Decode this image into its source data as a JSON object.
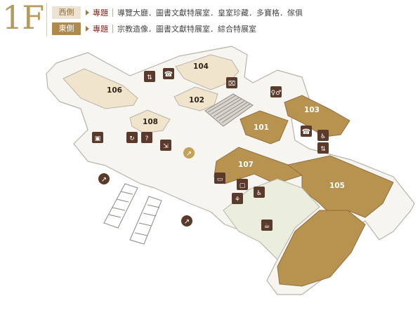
{
  "floor": "1F",
  "legend": {
    "west": {
      "tag": "西側",
      "theme": "專題",
      "items": "導覽大廳．圖書文獻特展室．皇室珍藏．多寶格．傢俱"
    },
    "east": {
      "tag": "東側",
      "theme": "專題",
      "items": "宗教造像．圖書文獻特展室．綜合特展室"
    }
  },
  "rooms": [
    {
      "id": "106",
      "label": "106"
    },
    {
      "id": "104",
      "label": "104"
    },
    {
      "id": "102",
      "label": "102"
    },
    {
      "id": "108",
      "label": "108"
    },
    {
      "id": "101",
      "label": "101"
    },
    {
      "id": "103",
      "label": "103"
    },
    {
      "id": "107",
      "label": "107"
    },
    {
      "id": "105",
      "label": "105"
    }
  ],
  "icons": [
    "elevator-icon",
    "telephone-icon",
    "restroom-icon",
    "information-icon",
    "escalator-icon",
    "locker-icon",
    "audio-guide-icon",
    "accessible-restroom-icon",
    "cafe-icon",
    "exit-icon",
    "baby-stroller-icon",
    "wheelchair-icon",
    "tv-icon"
  ],
  "colors": {
    "gold": "#b8924f",
    "beige": "#f0e4cd",
    "pale": "#eceedd",
    "wall": "#f7f5f0",
    "icon": "#5a3a2a"
  }
}
